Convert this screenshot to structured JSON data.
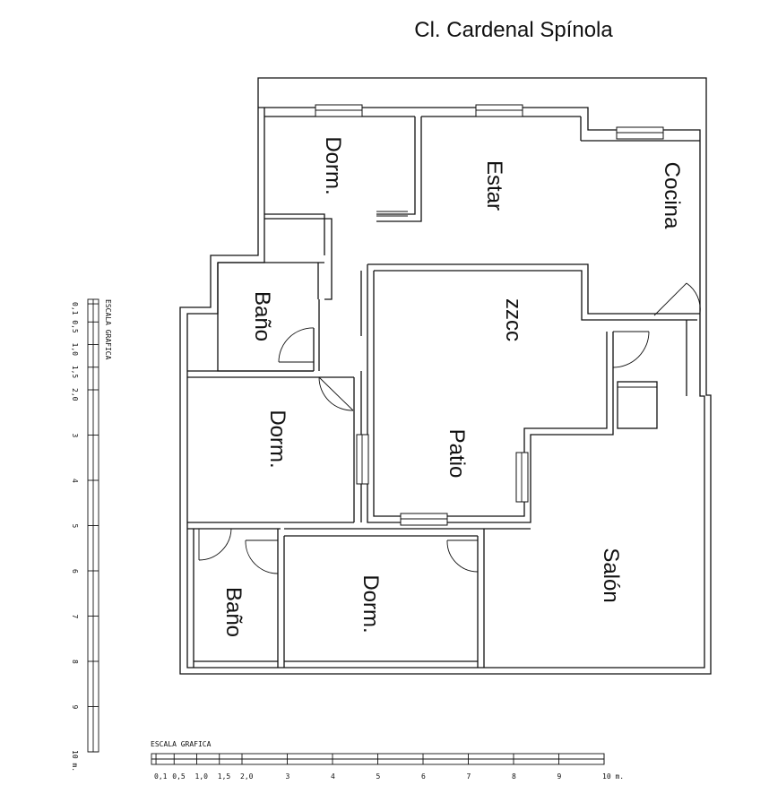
{
  "plan": {
    "street_name": "Cl. Cardenal Spínola",
    "rooms": {
      "dorm_top": "Dorm.",
      "estar": "Estar",
      "cocina": "Cocina",
      "bano_upper": "Baño",
      "zzcc": "zzcc",
      "dorm_mid": "Dorm.",
      "patio": "Patio",
      "bano_lower": "Baño",
      "dorm_bottom": "Dorm.",
      "salon": "Salón"
    }
  },
  "scale_bottom": {
    "title": "ESCALA GRAFICA",
    "ticks": [
      "0,1",
      "0,5",
      "1,0",
      "1,5",
      "2,0",
      "3",
      "4",
      "5",
      "6",
      "7",
      "8",
      "9",
      "10 m."
    ]
  },
  "scale_left": {
    "title": "ESCALA GRAFICA",
    "ticks": [
      "0,1",
      "0,5",
      "1,0",
      "1,5",
      "2,0",
      "3",
      "4",
      "5",
      "6",
      "7",
      "8",
      "9",
      "10 m."
    ]
  }
}
